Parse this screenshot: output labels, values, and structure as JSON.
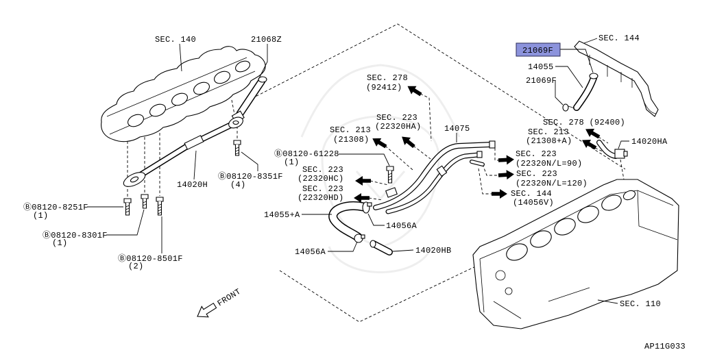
{
  "diagram": {
    "illustration_code": "AP11G033",
    "front_label": "FRONT",
    "callouts": {
      "sec_140": {
        "line1": "SEC. 140"
      },
      "part_21068Z": {
        "line1": "21068Z"
      },
      "sec_144_rail": {
        "line1": "SEC. 144"
      },
      "part_21069F_selected": {
        "line1": "21069F"
      },
      "part_14055": {
        "line1": "14055"
      },
      "part_21069F": {
        "line1": "21069F"
      },
      "sec_278_92412": {
        "line1": "SEC. 278",
        "line2": "(92412)"
      },
      "sec_223_22320HA": {
        "line1": "SEC. 223",
        "line2": "(22320HA)"
      },
      "part_14075": {
        "line1": "14075"
      },
      "sec_278_92400": {
        "line1": "SEC. 278 (92400)"
      },
      "sec_213_21308A": {
        "line1": "SEC. 213",
        "line2": "(21308+A)"
      },
      "part_14020HA": {
        "line1": "14020HA"
      },
      "sec_213_21308": {
        "line1": "SEC. 213",
        "line2": "(21308)"
      },
      "bolt_08120_61228": {
        "line1": "Ⓑ08120-61228",
        "line2": "(1)"
      },
      "sec_223_22320N_90": {
        "line1": "SEC. 223",
        "line2": "(22320N/L=90)"
      },
      "sec_223_22320N_120": {
        "line1": "SEC. 223",
        "line2": "(22320N/L=120)"
      },
      "sec_223_22320HC": {
        "line1": "SEC. 223",
        "line2": "(22320HC)"
      },
      "bolt_08120_8351F": {
        "line1": "Ⓑ08120-8351F",
        "line2": "(4)"
      },
      "part_14020H": {
        "line1": "14020H"
      },
      "sec_223_22320HD": {
        "line1": "SEC. 223",
        "line2": "(22320HD)"
      },
      "sec_144_14056V": {
        "line1": "SEC. 144",
        "line2": "(14056V)"
      },
      "bolt_08120_8251F": {
        "line1": "Ⓑ08120-8251F",
        "line2": "(1)"
      },
      "part_14055A": {
        "line1": "14055+A"
      },
      "part_14056A_right": {
        "line1": "14056A"
      },
      "bolt_08120_8301F": {
        "line1": "Ⓑ08120-8301F",
        "line2": "(1)"
      },
      "part_14056A_left": {
        "line1": "14056A"
      },
      "part_14020HB": {
        "line1": "14020HB"
      },
      "bolt_08120_8501F": {
        "line1": "Ⓑ08120-8501F",
        "line2": "(2)"
      },
      "sec_110": {
        "line1": "SEC. 110"
      }
    }
  },
  "colors": {
    "highlight_fill": "#8c93dc",
    "highlight_border": "#2b2b55",
    "ink": "#000000"
  },
  "icons": {
    "section_reference": "arrow-icon",
    "front_direction": "front-arrow-icon"
  }
}
